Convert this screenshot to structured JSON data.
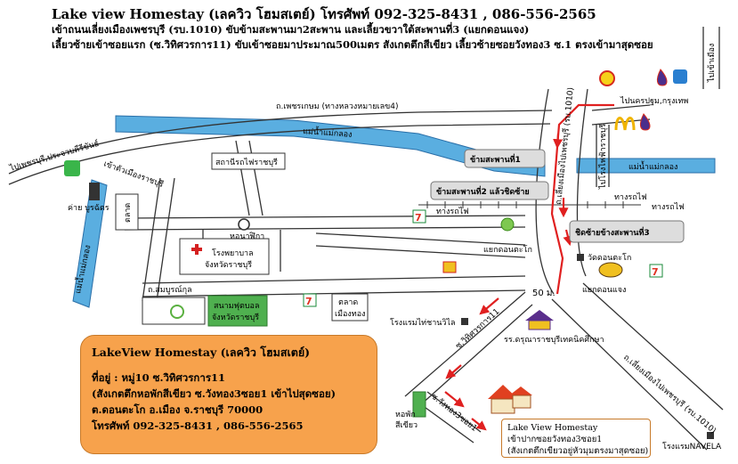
{
  "header": {
    "title": "Lake view Homestay (เลควิว โฮมสเตย์)  โทรศัพท์ 092-325-8431 , 086-556-2565",
    "line1": "เข้าถนนเลี่ยงเมืองเพชรบุรี (รบ.1010) ขับข้ามสะพานมา2สะพาน และเลี้ยวขวาใต้สะพานที่3 (แยกดอนแจง)",
    "line2": "เลี้ยวซ้ายเข้าซอยแรก (ซ.วิทิศวรการ11) ขับเข้าซอยมาประมาณ500เมตร สังเกตตึกสีเขียว เลี้ยวซ้ายซอยวังทอง3 ซ.1 ตรงเข้ามาสุดซอย"
  },
  "roads": {
    "phetkasem": "ถ.เพชรเกษม (ทางหลวงหมายเลข4)",
    "to_phetchaburi": "ไปเพชรบุรี,ประจวบคีรีขันธ์",
    "into_ratchaburi": "เข้าตัวเมืองราชบุรี",
    "bypass_vertical": "ถ.เลี่ยงเมืองไปเพชรบุรี (รบ.1010)",
    "bypass_lower": "ถ.เลี่ยงเมืองไปเพชรบุรี (รบ.1010)",
    "samatchakun": "ถ.สมบูรณ์กุล",
    "to_nakhonpathom": "ไปนครปฐม,กรุงเทพ",
    "to_ratchaburi_road": "ไปโรงไฟฟ้าราชบุรี",
    "soi_withit": "ซ.วิทิศวรการ11",
    "soi_wangthong": "ซ.วังทอง3ซอย1",
    "to_power_vert": "ไปเข้าเมือง"
  },
  "rivers": {
    "upper": "แม่น้ำแม่กลอง",
    "right": "แม่น้ำแม่กลอง",
    "left": "แม่น้ำแม่กลอง"
  },
  "places": {
    "railway_station": "สถานีรถไฟราชบุรี",
    "camp": "ค่าย\nบูรฉัตร",
    "market_left": "ตลาด",
    "clock_tower": "หอนาฬิกา",
    "hospital_1": "โรงพยาบาล",
    "hospital_2": "จังหวัดราชบุรี",
    "stadium_1": "สนามฟุตบอล",
    "stadium_2": "จังหวัดราชบุรี",
    "market_wangthong_1": "ตลาด",
    "market_wangthong_2": "เมืองทอง",
    "hotel_chanwilai": "โรงแรมไท่ชานวิไล",
    "school": "รร.ดรุณาราชบุรีเทคนิคศึกษา",
    "wat_dontako": "วัดดอนตะโก",
    "green_building_1": "หอพัก",
    "green_building_2": "สีเขียว",
    "hotel_navela": "โรงแรมNAVELA",
    "railway_top": "ทางรถไฟ",
    "railway_left": "ทางรถไฟ",
    "railway_right": "ทางรถไฟ"
  },
  "junctions": {
    "don_tako": "แยกดอนตะโก",
    "don_chaeng": "แยกดอนแจง",
    "distance": "50 ม."
  },
  "signs": {
    "cross_bridge_1": "ข้ามสะพานที่1",
    "cross_bridge_2": "ข้ามสะพานที่2 แล้วชิดซ้าย",
    "keep_left_3": "ชิดซ้ายข้างสะพานที่3"
  },
  "info": {
    "title": "LakeView Homestay (เลควิว โฮมสเตย์)",
    "addr1": "ที่อยู่ : หมู่10 ซ.วิทิศวรการ11",
    "addr2": "(สังเกตตึกหอพักสีเขียว ซ.วังทอง3ซอย1 เข้าไปสุดซอย)",
    "addr3": "ต.ดอนตะโก อ.เมือง จ.ราชบุรี 70000",
    "phone": "โทรศัพท์ 092-325-8431 , 086-556-2565"
  },
  "callout": {
    "l1": "Lake View Homestay",
    "l2": "เข้าปากซอยวังทอง3ซอย1",
    "l3": "(สังเกตตึกเขียวอยู่หัวมุมตรงมาสุดซอย)"
  },
  "colors": {
    "river": "#5aaee0",
    "road": "#333333",
    "route": "#e02020",
    "stadium": "#4fb04f",
    "info_bg": "#f7a24c"
  }
}
